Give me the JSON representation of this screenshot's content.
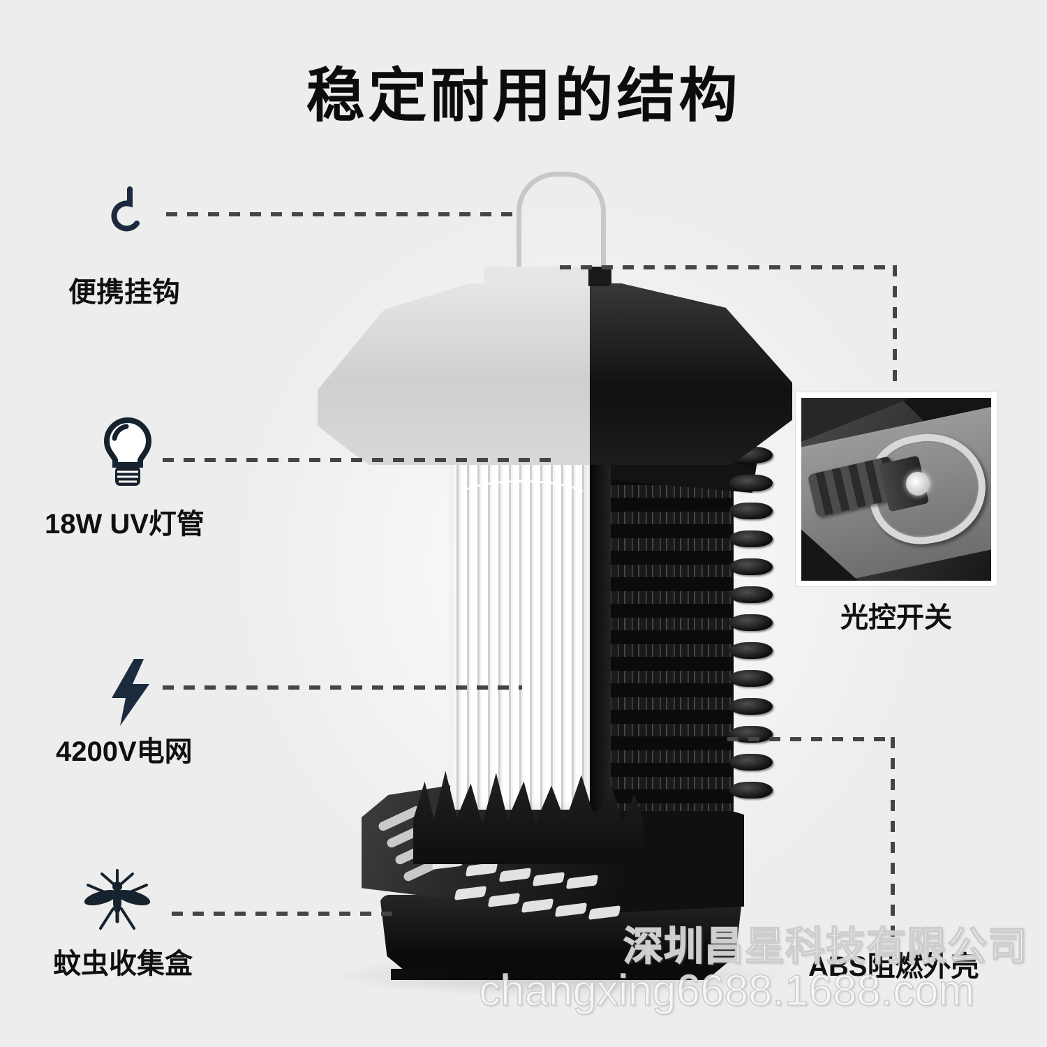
{
  "title": "稳定耐用的结构",
  "callouts": [
    {
      "icon": "hook-icon",
      "label": "便携挂钩"
    },
    {
      "icon": "bulb-icon",
      "label": "18W UV灯管"
    },
    {
      "icon": "lightning-icon",
      "label": "4200V电网"
    },
    {
      "icon": "mosquito-icon",
      "label": "蚊虫收集盒"
    }
  ],
  "inset": {
    "label": "光控开关"
  },
  "shell_label": "ABS阻燃外壳",
  "watermark": {
    "line1": "深圳昌星科技有限公司",
    "line2": "changxing6688.1688.com"
  },
  "colors": {
    "background": "#ededed",
    "text": "#101010",
    "icon": "#1b2a3c",
    "dash": "#454545",
    "shell_black": "#141414",
    "ghost_gray": "#d8d8d8"
  }
}
